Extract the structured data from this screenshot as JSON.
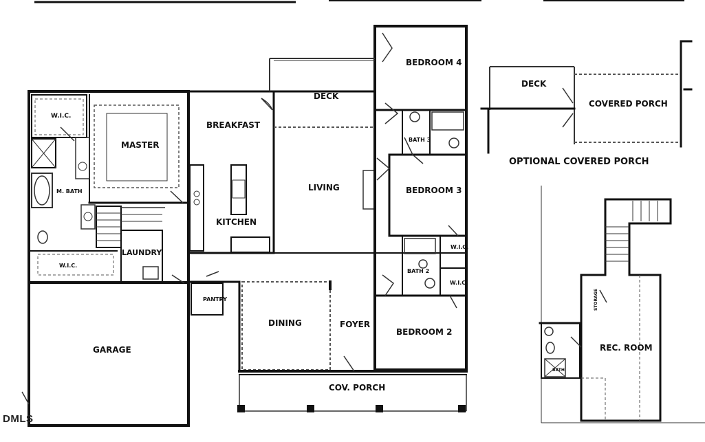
{
  "labels": {
    "bedroom4": "BEDROOM 4",
    "deck_main": "DECK",
    "deck_opt": "DECK",
    "covered_porch": "COVERED PORCH",
    "optional_covered_porch": "OPTIONAL COVERED PORCH",
    "wic_master": "W.I.C.",
    "master": "MASTER",
    "breakfast": "BREAKFAST",
    "bath3": "BATH 3",
    "m_bath": "M. BATH",
    "living": "LIVING",
    "bedroom3": "BEDROOM 3",
    "kitchen": "KITCHEN",
    "laundry": "LAUNDRY",
    "wic_lower": "W.I.C.",
    "wic_bed3": "W.I.C.",
    "bath2": "BATH 2",
    "wic_bed2": "W.I.C.",
    "pantry": "PANTRY",
    "dining": "DINING",
    "foyer": "FOYER",
    "bedroom2": "BEDROOM 2",
    "garage": "GARAGE",
    "cov_porch": "COV. PORCH",
    "rec_room": "REC. ROOM",
    "storage": "STORAGE",
    "bath_up": "BATH"
  },
  "watermark": "DMLS"
}
